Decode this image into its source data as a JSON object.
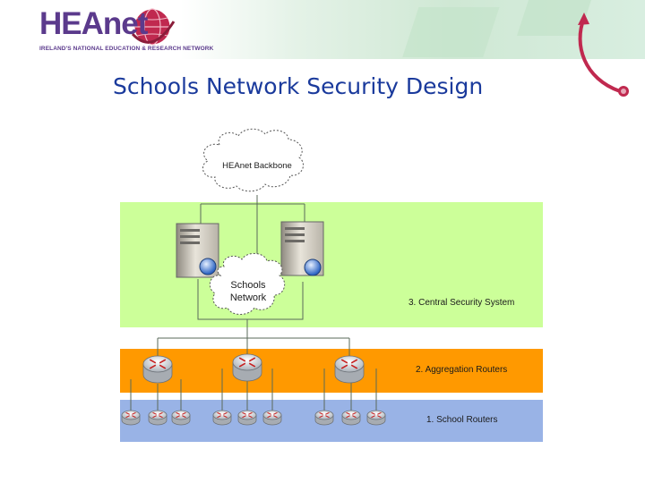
{
  "header": {
    "logo_text": "HEAnet",
    "logo_tagline": "IRELAND'S NATIONAL EDUCATION & RESEARCH NETWORK"
  },
  "slide": {
    "title": "Schools Network Security Design"
  },
  "diagram": {
    "backbone_label": "HEAnet Backbone",
    "schools_network_line1": "Schools",
    "schools_network_line2": "Network",
    "layers": [
      {
        "label": "3. Central Security System",
        "color": "#ccff99"
      },
      {
        "label": "2. Aggregation Routers",
        "color": "#ff9900"
      },
      {
        "label": "1. School Routers",
        "color": "#99b3e6"
      }
    ]
  },
  "colors": {
    "title": "#1a3a9c",
    "logo": "#5b3a8c",
    "accent": "#c0294f"
  }
}
